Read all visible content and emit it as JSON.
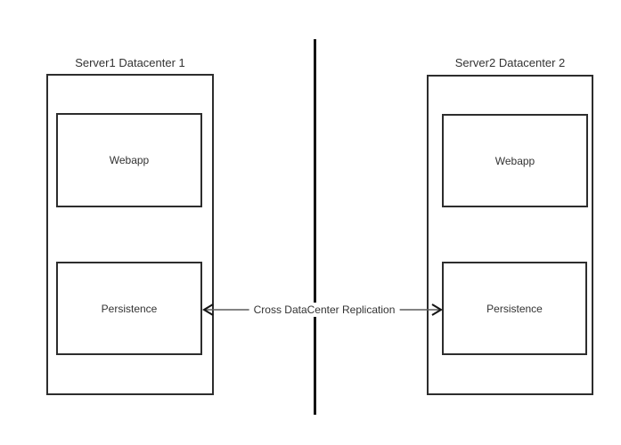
{
  "datacenter_left": {
    "title": "Server1 Datacenter 1",
    "webapp_label": "Webapp",
    "persistence_label": "Persistence"
  },
  "datacenter_right": {
    "title": "Server2 Datacenter 2",
    "webapp_label": "Webapp",
    "persistence_label": "Persistence"
  },
  "replication": {
    "label": "Cross DataCenter Replication"
  },
  "colors": {
    "box_stroke": "#2d2d2d",
    "divider_line": "#141414",
    "arrow_shaft": "#5c5c5c",
    "arrow_head": "#141414",
    "text": "#333333",
    "background": "#ffffff"
  }
}
